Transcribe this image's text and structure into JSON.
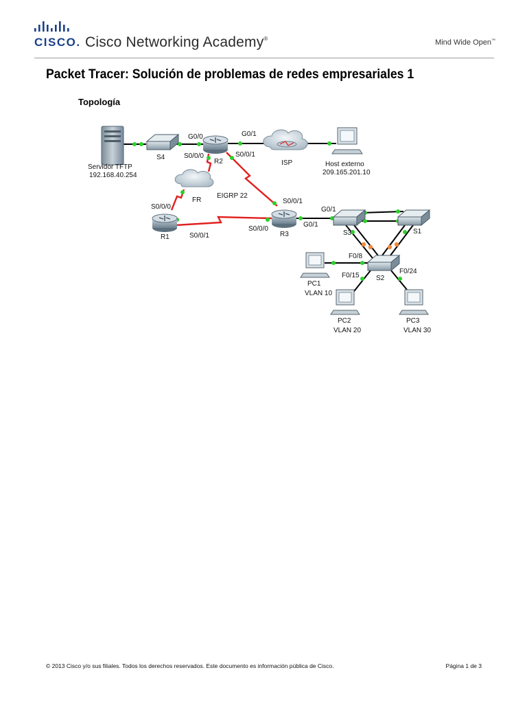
{
  "header": {
    "cisco_wordmark": "CISCO",
    "academy_name": "Cisco Networking Academy",
    "academy_mark": "®",
    "tagline": "Mind Wide Open",
    "tagline_mark": "™"
  },
  "document": {
    "title": "Packet Tracer: Solución de problemas de redes empresariales 1",
    "section_heading": "Topología"
  },
  "topology": {
    "devices": {
      "server": "Servidor TFTP",
      "server_ip": "192.168.40.254",
      "s4": "S4",
      "r2": "R2",
      "isp": "ISP",
      "host": "Host externo",
      "host_ip": "209.165.201.10",
      "fr": "FR",
      "eigrp": "EIGRP 22",
      "r1": "R1",
      "r3": "R3",
      "s3": "S3",
      "s1": "S1",
      "s2": "S2",
      "pc1": "PC1",
      "pc2": "PC2",
      "pc3": "PC3",
      "vlan10": "VLAN 10",
      "vlan20": "VLAN 20",
      "vlan30": "VLAN 30"
    },
    "interfaces": {
      "r2_g00": "G0/0",
      "r2_g01": "G0/1",
      "r2_s000": "S0/0/0",
      "r2_s001": "S0/0/1",
      "r1_s000": "S0/0/0",
      "r1_s001": "S0/0/1",
      "r3_s001": "S0/0/1",
      "r3_s000": "S0/0/0",
      "r3_g01_a": "G0/1",
      "r3_g01_b": "G0/1",
      "s2_f08": "F0/8",
      "s2_f015": "F0/15",
      "s2_f024": "F0/24"
    },
    "colors": {
      "serial_link": "#e0201e",
      "ethernet_link": "#000000",
      "link_up": "#2bd12b",
      "link_blocked": "#f08a3c"
    }
  },
  "footer": {
    "copyright": "© 2013 Cisco y/o sus filiales. Todos los derechos reservados. Este documento es información pública de Cisco.",
    "page": "Página 1 de 3"
  }
}
